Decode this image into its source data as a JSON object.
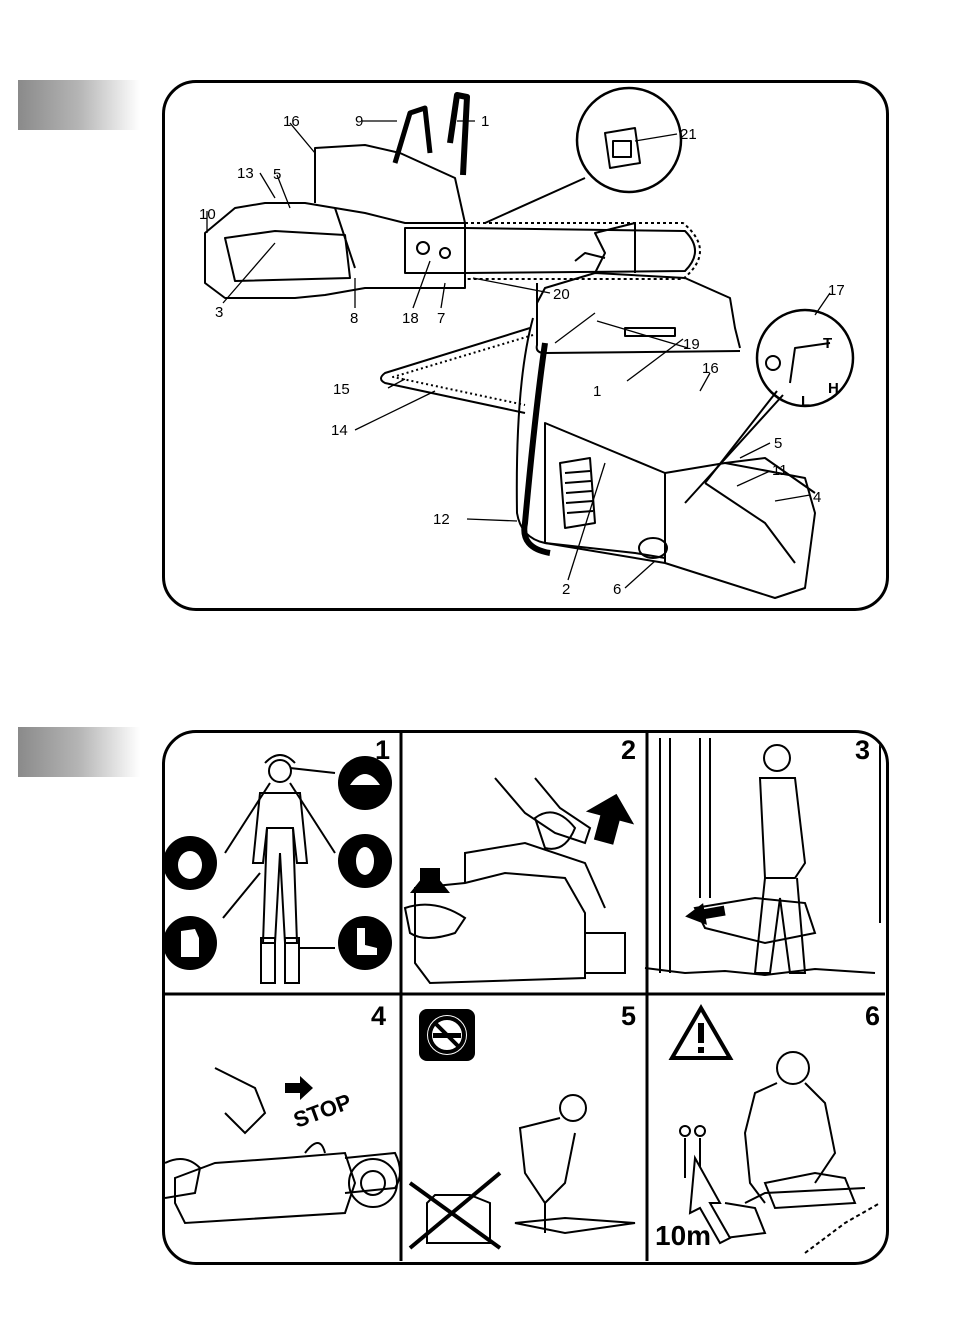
{
  "fig1": {
    "callouts": [
      "1",
      "2",
      "3",
      "4",
      "5",
      "6",
      "7",
      "8",
      "9",
      "10",
      "11",
      "12",
      "13",
      "14",
      "15",
      "16",
      "17",
      "18",
      "19",
      "20",
      "21"
    ],
    "adjust_screws": {
      "t": "T",
      "h": "H",
      "l": "L"
    }
  },
  "fig2": {
    "panels": [
      {
        "number": "1"
      },
      {
        "number": "2"
      },
      {
        "number": "3"
      },
      {
        "number": "4",
        "text": "STOP"
      },
      {
        "number": "5"
      },
      {
        "number": "6",
        "distance": "10m"
      }
    ]
  }
}
